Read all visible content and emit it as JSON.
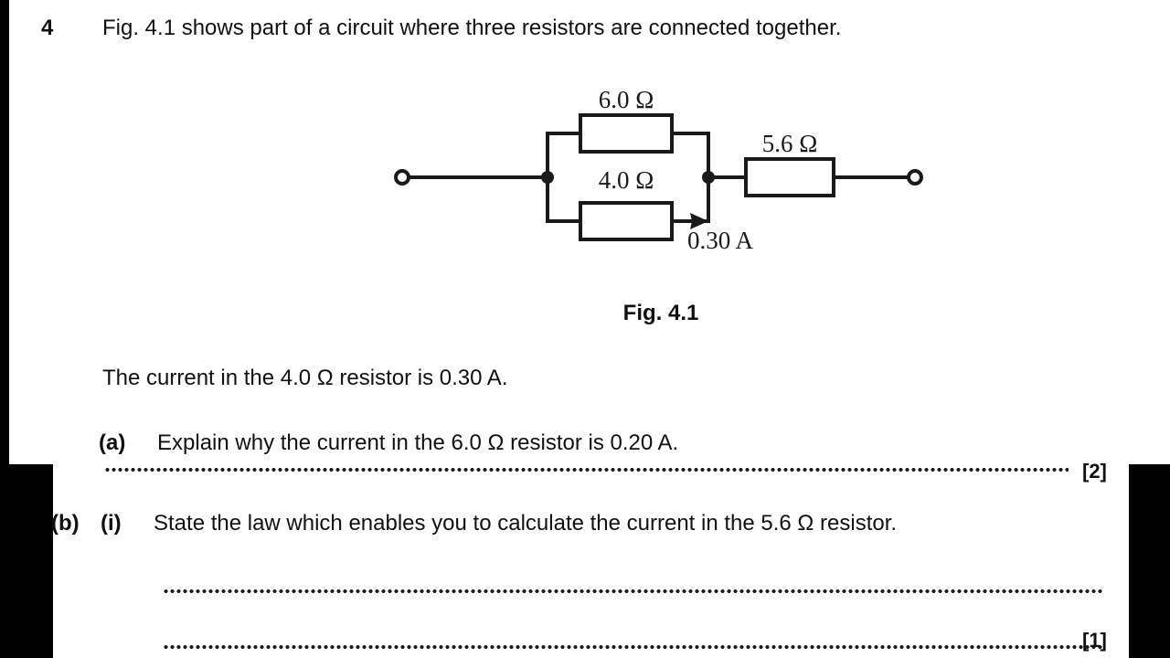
{
  "question": {
    "number": "4",
    "stem": "Fig. 4.1 shows part of a circuit where three resistors are connected together."
  },
  "figure": {
    "caption": "Fig. 4.1",
    "circuit": {
      "resistors": [
        {
          "id": "r-top",
          "label": "6.0 Ω",
          "value": 6.0,
          "unit": "Ω",
          "branch": "parallel-top"
        },
        {
          "id": "r-bottom",
          "label": "4.0 Ω",
          "value": 4.0,
          "unit": "Ω",
          "branch": "parallel-bottom"
        },
        {
          "id": "r-series",
          "label": "5.6 Ω",
          "value": 5.6,
          "unit": "Ω",
          "branch": "series"
        }
      ],
      "current_label": "0.30 A",
      "current_value": 0.3,
      "current_unit": "A",
      "terminals": [
        "left-open",
        "right-open"
      ],
      "junctions": 2
    }
  },
  "body": {
    "current_statement": "The current in the 4.0 Ω resistor is 0.30 A."
  },
  "parts": [
    {
      "label": "(a)",
      "sub_label": "",
      "text": "Explain why the current in the 6.0 Ω resistor is 0.20 A.",
      "marks": "[2]",
      "answer_lines": 1
    },
    {
      "label": "(b)",
      "sub_label": "(i)",
      "text": "State the law which enables you to calculate the current in the 5.6 Ω resistor.",
      "marks": "[1]",
      "answer_lines": 2
    }
  ],
  "colors": {
    "ink": "#111111",
    "page": "#ffffff",
    "border": "#000000"
  }
}
